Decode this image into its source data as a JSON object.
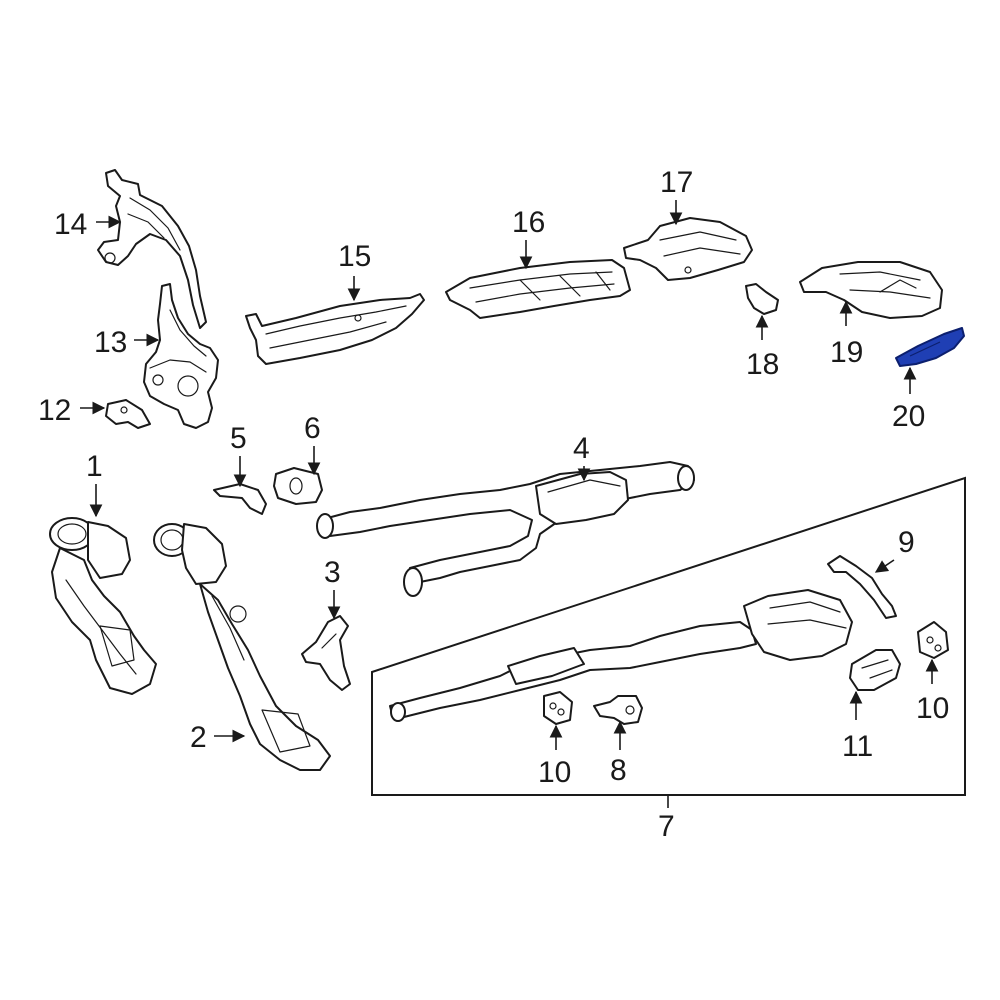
{
  "diagram": {
    "highlight_color": "#1f3fb4",
    "callouts": [
      {
        "id": "c1",
        "label": "1"
      },
      {
        "id": "c2",
        "label": "2"
      },
      {
        "id": "c3",
        "label": "3"
      },
      {
        "id": "c4",
        "label": "4"
      },
      {
        "id": "c5",
        "label": "5"
      },
      {
        "id": "c6",
        "label": "6"
      },
      {
        "id": "c7",
        "label": "7"
      },
      {
        "id": "c8",
        "label": "8"
      },
      {
        "id": "c9",
        "label": "9"
      },
      {
        "id": "c10a",
        "label": "10"
      },
      {
        "id": "c10b",
        "label": "10"
      },
      {
        "id": "c11",
        "label": "11"
      },
      {
        "id": "c12",
        "label": "12"
      },
      {
        "id": "c13",
        "label": "13"
      },
      {
        "id": "c14",
        "label": "14"
      },
      {
        "id": "c15",
        "label": "15"
      },
      {
        "id": "c16",
        "label": "16"
      },
      {
        "id": "c17",
        "label": "17"
      },
      {
        "id": "c18",
        "label": "18"
      },
      {
        "id": "c19",
        "label": "19"
      },
      {
        "id": "c20",
        "label": "20"
      }
    ]
  }
}
